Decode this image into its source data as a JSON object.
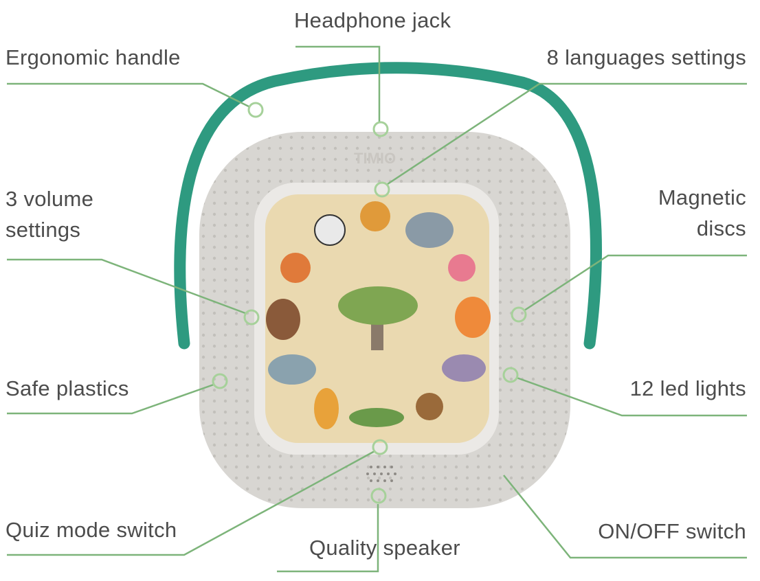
{
  "colors": {
    "line": "#7db47a",
    "handle": "#2e9a80",
    "device": "#d8d6d2",
    "disc": "#ead9b0",
    "text": "#4c4c4c"
  },
  "device": {
    "brand": "TIMIO"
  },
  "callouts": {
    "headphone_jack": "Headphone jack",
    "ergonomic_handle": "Ergonomic handle",
    "languages": "8 languages settings",
    "volume_line1": "3 volume",
    "volume_line2": "settings",
    "magnetic_line1": "Magnetic",
    "magnetic_line2": "discs",
    "safe_plastics": "Safe plastics",
    "led_lights": "12 led lights",
    "quiz_mode": "Quiz mode switch",
    "speaker": "Quality speaker",
    "on_off": "ON/OFF switch"
  }
}
